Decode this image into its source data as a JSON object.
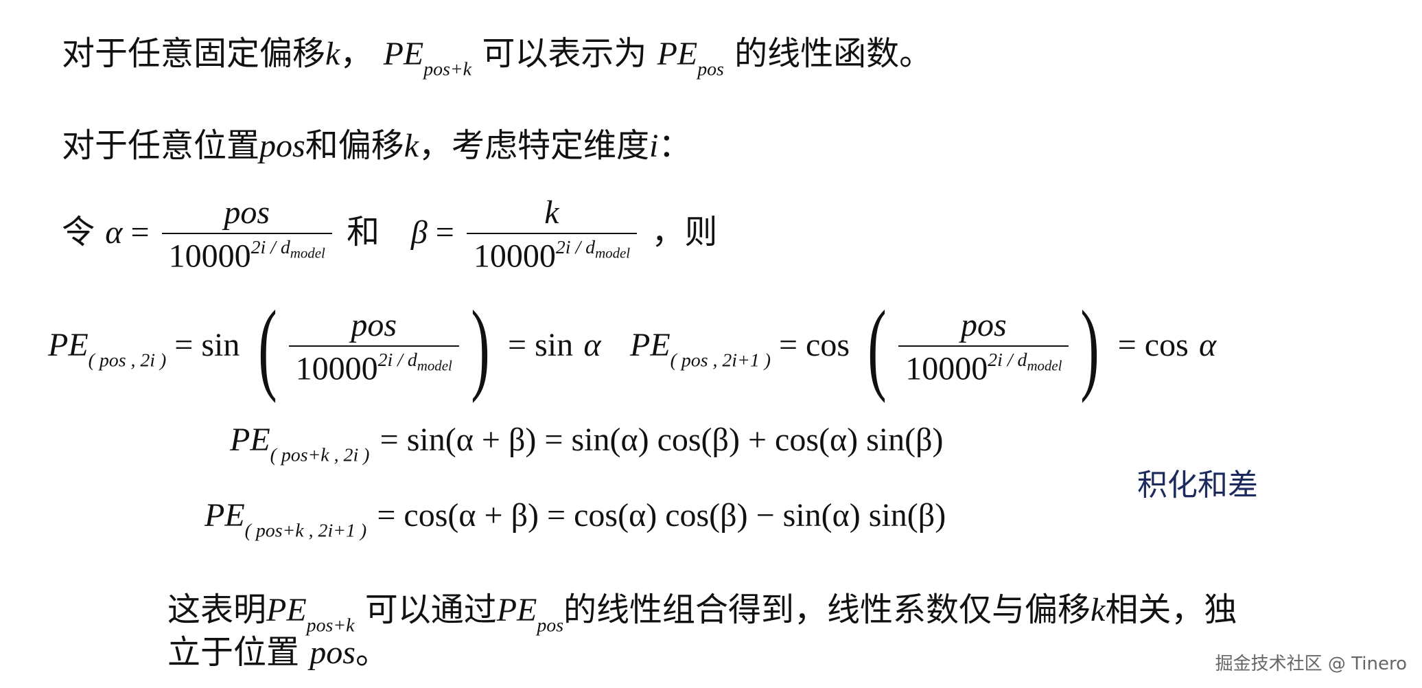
{
  "line1": {
    "p1": "对于任意固定偏移",
    "k": "k",
    "comma": "，",
    "pe": "PE",
    "sub_pos_k": "pos+k",
    "p2": "可以表示为 ",
    "sub_pos": "pos",
    "p3": "的线性函数。"
  },
  "line2": {
    "p1": "对于任意位置",
    "pos": "pos",
    "p2": "和偏移",
    "k": "k",
    "p3": "，考虑特定维度",
    "i": "i",
    "colon": "："
  },
  "line3": {
    "ling": "令",
    "alpha": "α",
    "eq": " = ",
    "num_pos": "pos",
    "num_k": "k",
    "den_base": "10000",
    "den_exp": "2i / d",
    "den_exp_sub": "model",
    "he": "和",
    "beta": "β",
    "ze": "，则"
  },
  "eq_row": {
    "pe": "PE",
    "sub_left": "( pos , 2i )",
    "sub_right": "( pos , 2i+1 )",
    "sin": "sin",
    "cos": "cos",
    "eq": " = ",
    "num": "pos",
    "den_base": "10000",
    "den_exp": "2i / d",
    "den_exp_sub": "model",
    "alpha": "α"
  },
  "eq_sin": {
    "pe": "PE",
    "sub": "( pos+k , 2i )",
    "rhs": "= sin(α + β) = sin(α) cos(β) + cos(α) sin(β)"
  },
  "eq_cos": {
    "pe": "PE",
    "sub": "( pos+k , 2i+1 )",
    "rhs": "= cos(α + β) = cos(α) cos(β) − sin(α) sin(β)"
  },
  "note": "积化和差",
  "conclusion": {
    "p1": "这表明",
    "pe": "PE",
    "sub_pos_k": "pos+k",
    "p2": " 可以通过",
    "sub_pos": "pos",
    "p3": "的线性组合得到，线性系数仅与偏移",
    "k": "k",
    "p4": "相关，独",
    "p5": "立于位置 ",
    "pos": "pos",
    "end": "。"
  },
  "watermark": "掘金技术社区 @ Tinero"
}
